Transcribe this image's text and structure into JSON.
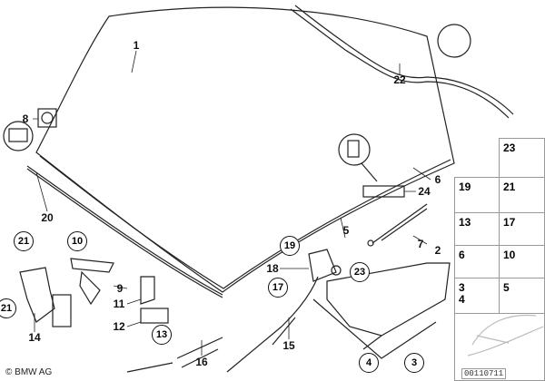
{
  "diagram": {
    "callouts": {
      "c1": "1",
      "c22": "22",
      "c8": "8",
      "c6": "6",
      "c24": "24",
      "c20": "20",
      "c5": "5",
      "c7": "7",
      "c2": "2",
      "c23": "23",
      "c19": "19",
      "c18": "18",
      "c17": "17",
      "c21a": "21",
      "c10": "10",
      "c9": "9",
      "c11": "11",
      "c21b": "21",
      "c14": "14",
      "c12": "12",
      "c13": "13",
      "c16": "16",
      "c15": "15",
      "c4": "4",
      "c3": "3"
    },
    "parts_grid": {
      "r0": [
        "23"
      ],
      "r1": [
        "19",
        "21"
      ],
      "r2": [
        "13",
        "17"
      ],
      "r3": [
        "6",
        "10"
      ],
      "r4": [
        "3\n4",
        "5"
      ]
    },
    "copyright": "© BMW AG",
    "document_id": "00110711"
  }
}
